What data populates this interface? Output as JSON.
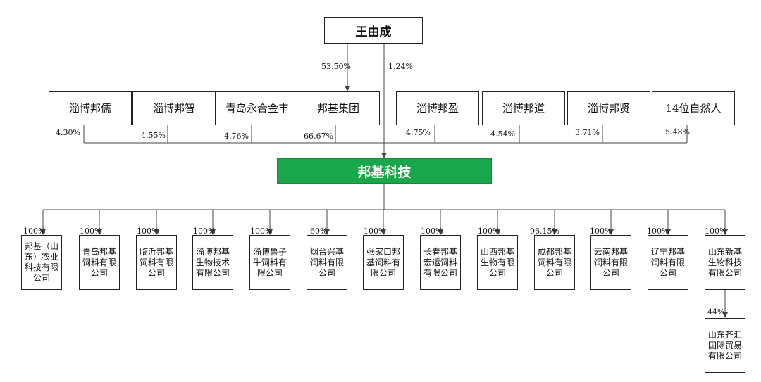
{
  "top_holder": "王由成",
  "top_pcts": {
    "to_group": "53.50%",
    "direct": "1.24%"
  },
  "shareholders": [
    {
      "name": "淄博邦儒",
      "pct": "4.30%"
    },
    {
      "name": "淄博邦智",
      "pct": "4.55%"
    },
    {
      "name": "青岛永合金丰",
      "pct": "4.76%"
    },
    {
      "name": "邦基集团",
      "pct": "66.67%"
    },
    {
      "name": "淄博邦盈",
      "pct": "4.75%"
    },
    {
      "name": "淄博邦道",
      "pct": "4.54%"
    },
    {
      "name": "淄博邦贤",
      "pct": "3.71%"
    },
    {
      "name": "14位自然人",
      "pct": "5.48%"
    }
  ],
  "company": "邦基科技",
  "subsidiaries": [
    {
      "name": "邦基（山东）农业科技有限公司",
      "pct": "100%"
    },
    {
      "name": "青岛邦基饲料有限公司",
      "pct": "100%"
    },
    {
      "name": "临沂邦基饲料有限公司",
      "pct": "100%"
    },
    {
      "name": "淄博邦基生物技术有限公司",
      "pct": "100%"
    },
    {
      "name": "淄博鲁子牛饲料有限公司",
      "pct": "100%"
    },
    {
      "name": "烟台兴基饲料有限公司",
      "pct": "60%"
    },
    {
      "name": "张家口邦基饲料有限公司",
      "pct": "100%"
    },
    {
      "name": "长春邦基宏运饲料有限公司",
      "pct": "100%"
    },
    {
      "name": "山西邦基生物有限公司",
      "pct": "100%"
    },
    {
      "name": "成都邦基饲料有限公司",
      "pct": "96.15%"
    },
    {
      "name": "云南邦基饲料有限公司",
      "pct": "100%"
    },
    {
      "name": "辽宁邦基饲料有限公司",
      "pct": "100%"
    },
    {
      "name": "山东新基生物科技有限公司",
      "pct": "100%"
    }
  ],
  "sub_sub": {
    "name": "山东齐汇国际贸易有限公司",
    "pct": "44%"
  }
}
